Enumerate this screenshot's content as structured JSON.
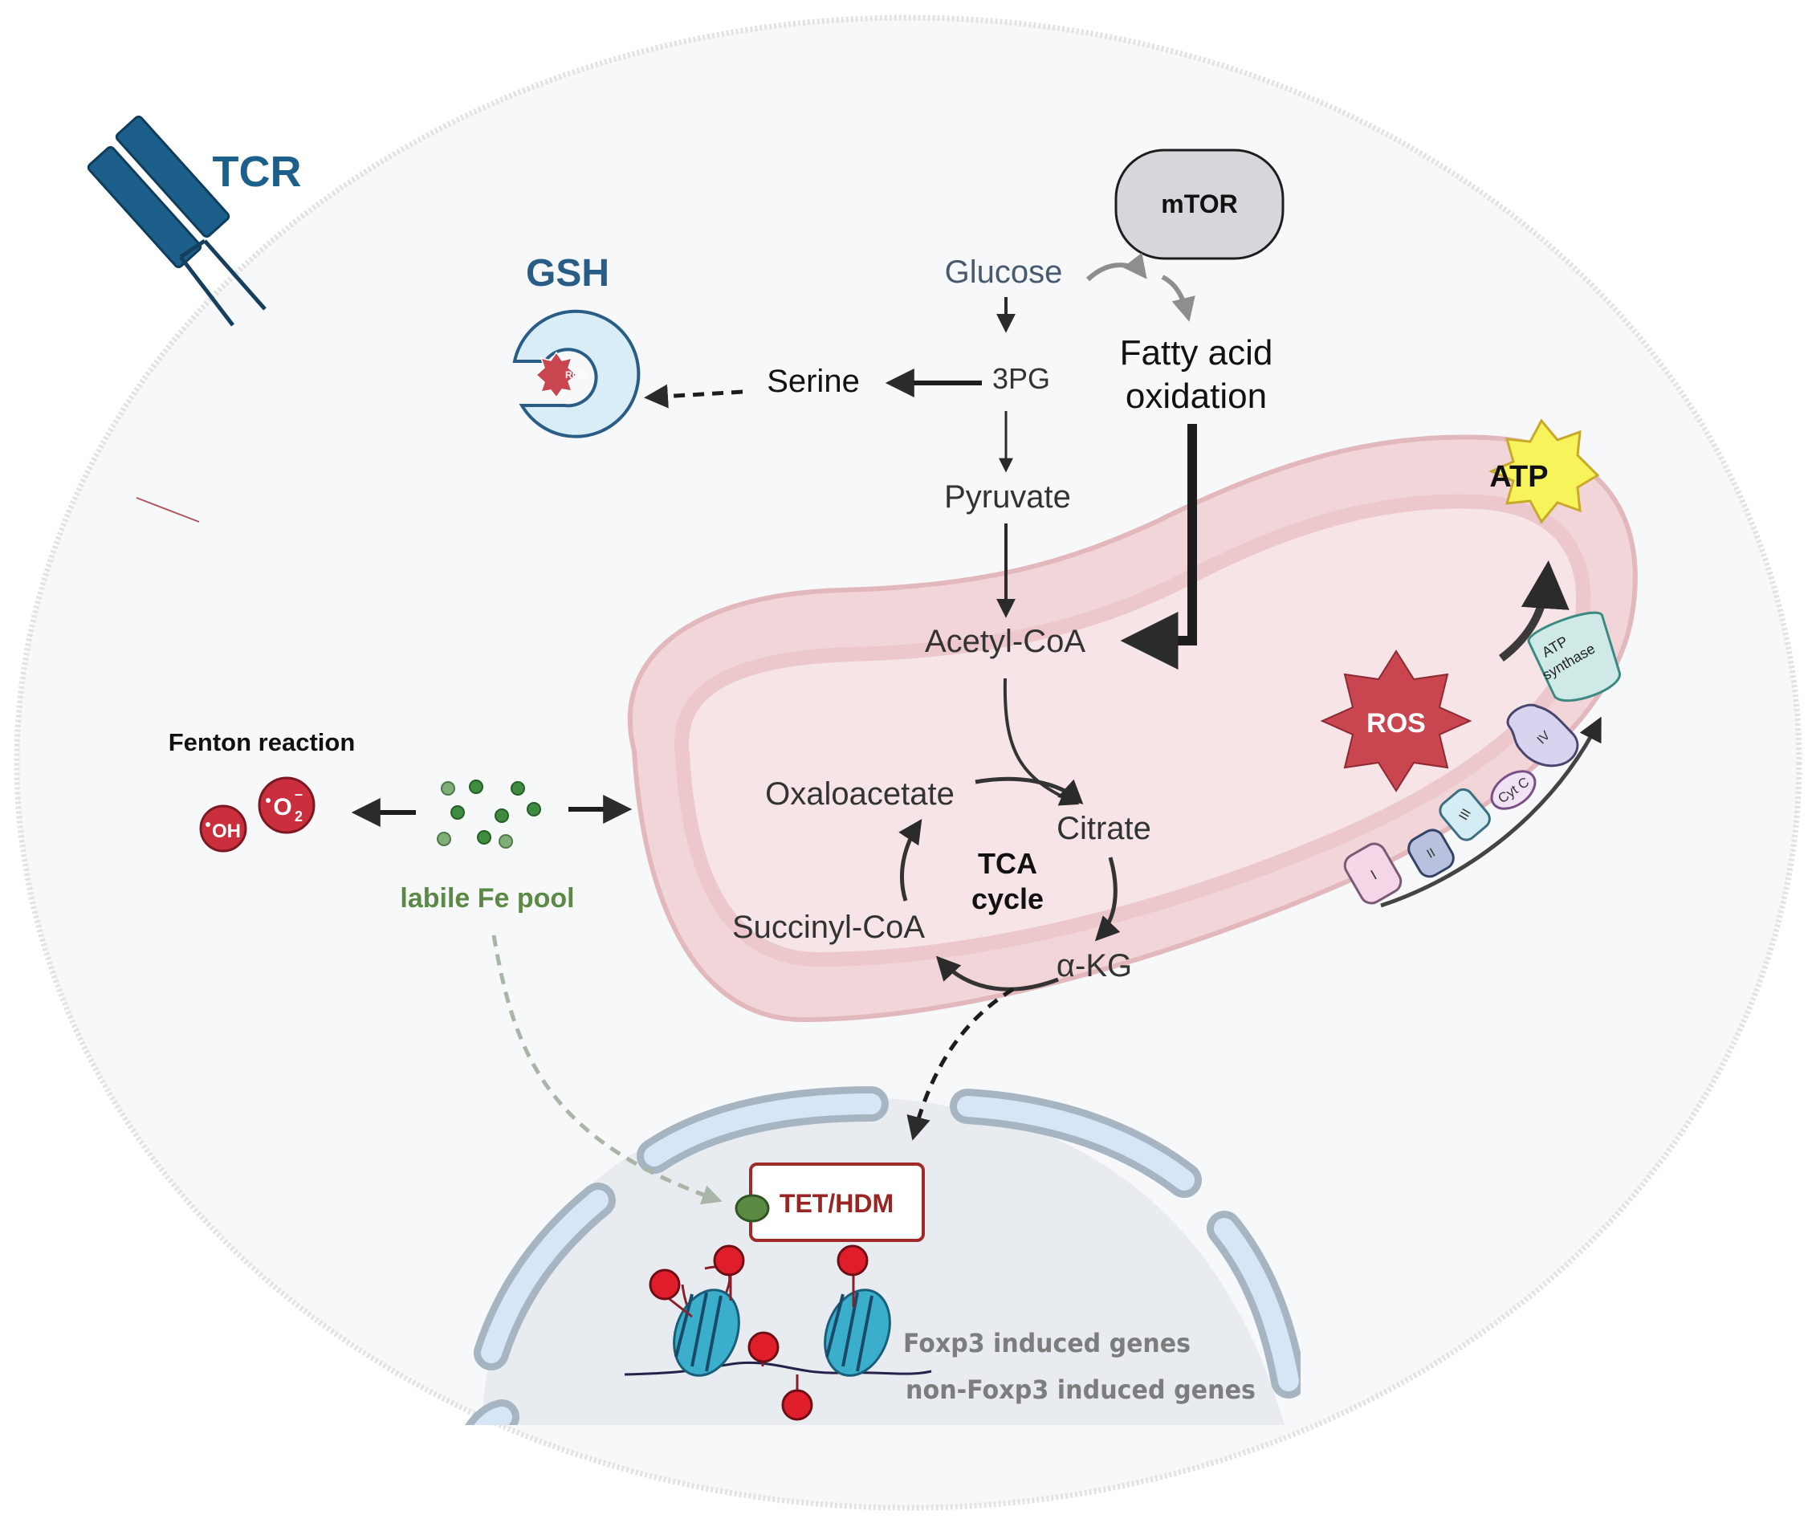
{
  "receptor": {
    "label": "TCR"
  },
  "antioxidant": {
    "label": "GSH",
    "inner_label": "ROS"
  },
  "mtor": {
    "label": "mTOR"
  },
  "metabolites": {
    "glucose": "Glucose",
    "pg3": "3PG",
    "serine": "Serine",
    "pyruvate": "Pyruvate",
    "fao_line1": "Fatty acid",
    "fao_line2": "oxidation",
    "acetyl_coa": "Acetyl-CoA"
  },
  "tca": {
    "title_line1": "TCA",
    "title_line2": "cycle",
    "oxaloacetate": "Oxaloacetate",
    "citrate": "Citrate",
    "akg": "α-KG",
    "succinyl_coa": "Succinyl-CoA"
  },
  "etc": {
    "atp": "ATP",
    "ros": "ROS",
    "complex_i": "I",
    "complex_ii": "II",
    "complex_iii": "III",
    "cyt_c": "Cyt C",
    "complex_iv": "IV",
    "atp_synthase_line1": "ATP",
    "atp_synthase_line2": "synthase"
  },
  "iron": {
    "fenton_label": "Fenton reaction",
    "oh_label": "OH",
    "o2_label": "O",
    "o2_sub": "2",
    "o2_sup": "–",
    "pool_label": "labile Fe pool"
  },
  "nucleus": {
    "enzyme_label": "TET/HDM",
    "genes_foxp3": "Foxp3 induced genes",
    "genes_non_foxp3": "non-Foxp3 induced genes"
  },
  "colors": {
    "receptor_blue": "#1c5f8a",
    "gsh_blue": "#2a5d86",
    "mito_pink": "#f1d5d8",
    "ros_red": "#c9454f",
    "atp_yellow": "#f7f35a",
    "fe_green": "#5b8a45",
    "methyl_red": "#e01e2b",
    "nucleosome_teal": "#3aaecb",
    "enzyme_border": "#a02a2a"
  }
}
